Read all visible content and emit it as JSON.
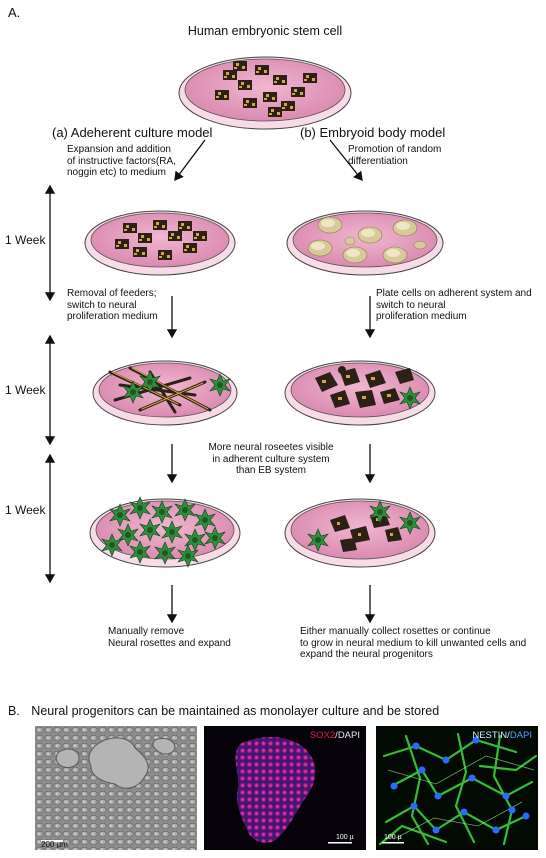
{
  "panel_a": {
    "letter": "A.",
    "top_label": "Human embryonic stem cell",
    "model_a": "(a) Adeherent culture model",
    "model_b": "(b) Embryoid body model",
    "step_a1": [
      "Expansion and addition",
      "of instructive factors(RA,",
      "noggin etc) to medium"
    ],
    "step_b1": [
      "Promotion of random",
      "differentiation"
    ],
    "step_a2": [
      "Removal of feeders;",
      "switch to neural",
      "proliferation medium"
    ],
    "step_b2": [
      "Plate cells on adherent system and",
      "switch to neural",
      "proliferation medium"
    ],
    "middle_note": [
      "More neural roseetes visible",
      "in adherent culture system",
      "than EB system"
    ],
    "week_label": "1 Week",
    "end_a": [
      "Manually remove",
      "Neural rosettes and expand"
    ],
    "end_b": [
      "Either manually collect rosettes or continue",
      "to grow in neural medium to kill unwanted cells and",
      "expand the neural progenitors"
    ]
  },
  "panel_b": {
    "letter": "B.",
    "title": "Neural progenitors can be maintained as monolayer culture and be stored",
    "photos": [
      {
        "scale": "200 µm",
        "stain_main": "",
        "stain_sep": "",
        "stain_dapi": ""
      },
      {
        "scale": "100 µ",
        "stain_main": "SOX2",
        "stain_sep": "/",
        "stain_dapi": "DAPI"
      },
      {
        "scale": "100 µ",
        "stain_main": "NESTIN",
        "stain_sep": "/",
        "stain_dapi": "DAPI"
      }
    ]
  },
  "colors": {
    "dish_fill": "#e9a4c4",
    "dish_rim": "#f7dbe7",
    "colony": "#2b2117",
    "rosette": "#2f8f3c",
    "eb": "#d7c99a",
    "sox2_red": "#e02040",
    "dapi_blue": "#3a5cff",
    "nestin_green": "#39d23a"
  }
}
